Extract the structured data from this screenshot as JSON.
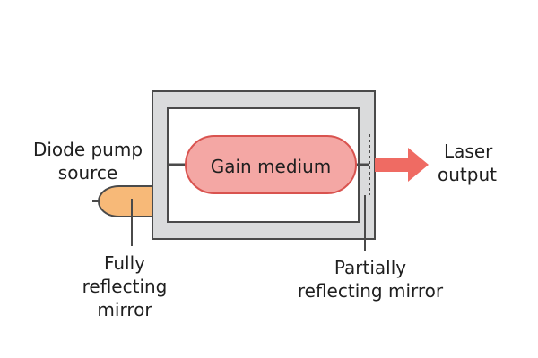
{
  "diagram": {
    "gain_medium": "Gain medium",
    "diode_pump_source": [
      "Diode pump",
      "source"
    ],
    "laser_output": [
      "Laser",
      "output"
    ],
    "fully_reflecting_mirror": [
      "Fully",
      "reflecting",
      "mirror"
    ],
    "partially_reflecting_mirror": [
      "Partially",
      "reflecting mirror"
    ]
  },
  "colors": {
    "housing_fill": "#dadbdc",
    "housing_stroke": "#4a4a4a",
    "gain_fill": "#f4a7a4",
    "gain_stroke": "#d9534f",
    "pump_fill": "#f7b978",
    "pump_stroke": "#4a4a4a",
    "output_arrow": "#ef6b63"
  }
}
